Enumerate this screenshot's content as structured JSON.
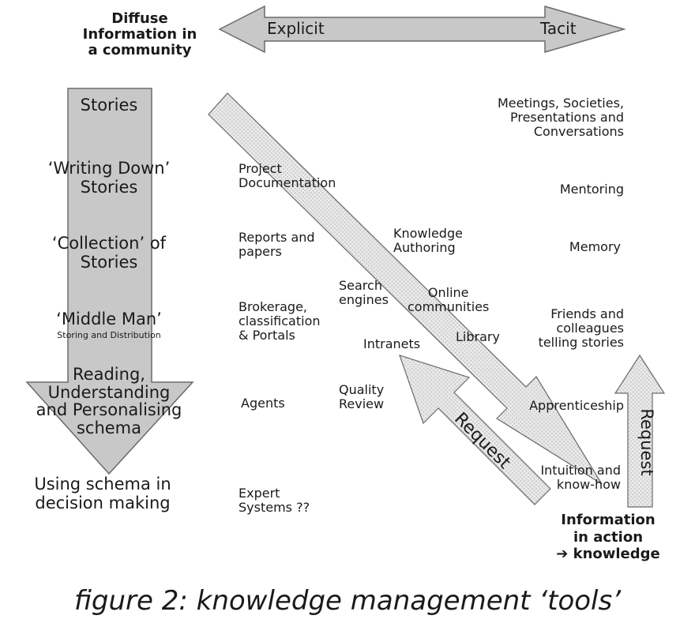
{
  "corner_labels": {
    "top_left": [
      "Diffuse",
      "Information in",
      "a community"
    ],
    "bottom_right": [
      "Information",
      "in action",
      "➔ knowledge"
    ]
  },
  "axis": {
    "left": "Explicit",
    "right": "Tacit"
  },
  "stages": [
    {
      "lines": [
        "Stories"
      ]
    },
    {
      "lines": [
        "‘Writing Down’",
        "Stories"
      ]
    },
    {
      "lines": [
        "‘Collection’ of",
        "Stories"
      ]
    },
    {
      "lines": [
        "‘Middle Man’"
      ],
      "sub": "Storing and Distribution"
    },
    {
      "lines": [
        "Reading,",
        "Understanding",
        "and Personalising",
        "schema"
      ]
    },
    {
      "lines": [
        "Using schema in",
        "decision making"
      ]
    }
  ],
  "tools": {
    "project_documentation": [
      "Project",
      "Documentation"
    ],
    "reports_papers": [
      "Reports and",
      "papers"
    ],
    "knowledge_authoring": [
      "Knowledge",
      "Authoring"
    ],
    "search_engines": [
      "Search",
      "engines"
    ],
    "online_communities": [
      "Online",
      "communities"
    ],
    "brokerage": [
      "Brokerage,",
      "classification",
      "& Portals"
    ],
    "intranets": [
      "Intranets"
    ],
    "library": [
      "Library"
    ],
    "agents": [
      "Agents"
    ],
    "quality_review": [
      "Quality",
      "Review"
    ],
    "expert_systems": [
      "Expert",
      "Systems ??"
    ]
  },
  "tacit_items": {
    "meetings": [
      "Meetings, Societies,",
      "Presentations and",
      "Conversations"
    ],
    "mentoring": [
      "Mentoring"
    ],
    "memory": [
      "Memory"
    ],
    "friends": [
      "Friends and",
      "colleagues",
      "telling stories"
    ],
    "apprenticeship": [
      "Apprenticeship"
    ],
    "intuition": [
      "Intuition and",
      "know-how"
    ]
  },
  "request_labels": {
    "diagonal": "Request",
    "vertical": "Request"
  },
  "caption": "figure 2: knowledge management ‘tools’",
  "colors": {
    "arrow_fill": "#c8c8c8",
    "arrow_stroke": "#6a6a6a",
    "hatch_fill": "#e2e2e2",
    "text": "#1a1a1a"
  }
}
